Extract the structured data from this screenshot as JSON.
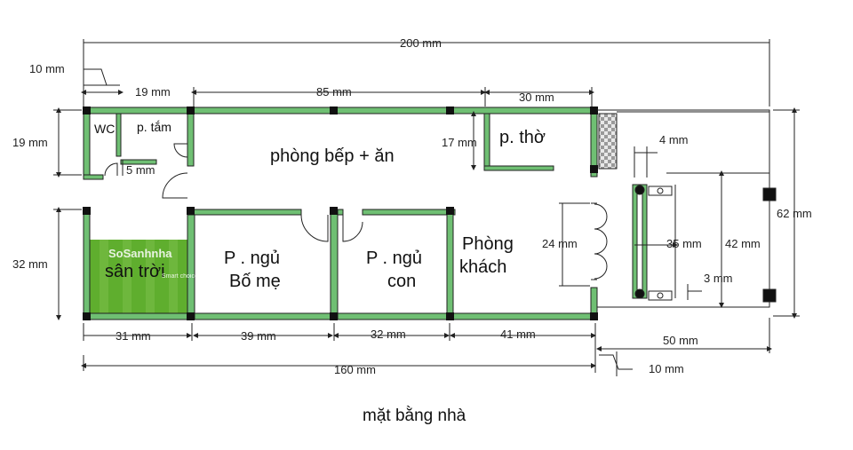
{
  "caption": "mặt bằng nhà",
  "rooms": {
    "wc": "WC",
    "bath": "p. tắm",
    "kitchen": "phòng bếp + ăn",
    "altar": "p.  thờ",
    "master_line1": "P . ngủ",
    "master_line2": "Bố mẹ",
    "child_line1": "P . ngủ",
    "child_line2": "con",
    "living_line1": "Phòng",
    "living_line2": "khách",
    "yard": "sân trời"
  },
  "dimensions": {
    "total_width": "200 mm",
    "offset_left": "10 mm",
    "wc_width": "19 mm",
    "kitchen_width": "85 mm",
    "altar_width": "30 mm",
    "top_left_height": "19 mm",
    "step": "5 mm",
    "altar_height": "17 mm",
    "left_height": "32 mm",
    "door_height": "24 mm",
    "porch_top": "4 mm",
    "porch_inner": "35 mm",
    "porch_outer": "42 mm",
    "porch_small": "3 mm",
    "right_height": "62 mm",
    "yard_width": "31 mm",
    "master_width": "39 mm",
    "child_width": "32 mm",
    "living_width": "41 mm",
    "porch_width": "50 mm",
    "house_length": "160 mm",
    "offset_right": "10 mm"
  },
  "watermark": {
    "brand": "SoSanhnha",
    "sub": "Smart choice"
  },
  "colors": {
    "wall": "#6fbf73",
    "wall_stroke": "#222222",
    "yard": "#5fae2e"
  }
}
